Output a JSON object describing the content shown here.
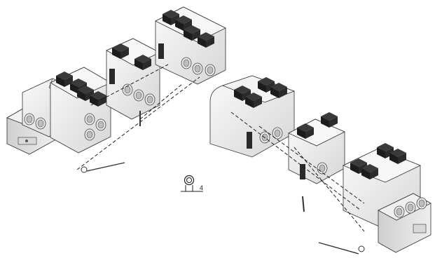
{
  "diagram": {
    "torque_label": "4",
    "groups": [
      {
        "name": "left-assembly",
        "modules": [
          "base-left",
          "module-left-1",
          "module-left-2",
          "module-left-3"
        ]
      },
      {
        "name": "right-assembly",
        "modules": [
          "module-right-1",
          "module-right-2",
          "module-right-3",
          "base-right"
        ]
      }
    ],
    "icons": [
      "torque-wrench-icon",
      "hex-key-icon"
    ],
    "colors": {
      "line": "#222222",
      "body": "#f4f4f4",
      "shade": "#d9d9d9",
      "dark": "#2a2a2a"
    }
  }
}
